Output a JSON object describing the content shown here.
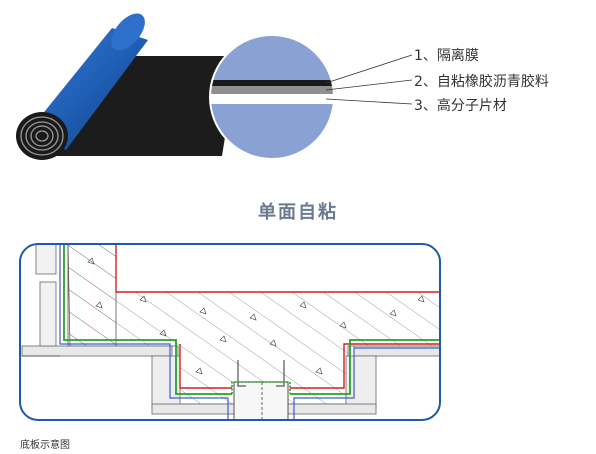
{
  "layers": [
    {
      "label": "1、隔离膜"
    },
    {
      "label": "2、自粘橡胶沥青胶料"
    },
    {
      "label": "3、高分子片材"
    }
  ],
  "section_title": "单面自粘",
  "drawing_caption": "底板示意图",
  "colors": {
    "roll_blue": "#1f5fb5",
    "membrane_black": "#1c1c1c",
    "circle_blue": "#8aa1d3",
    "frame_blue": "#1e5aa8",
    "title_gray": "#6b7a90",
    "line_red": "#d42020",
    "line_green": "#28a028",
    "line_blue": "#3a5fcd"
  }
}
